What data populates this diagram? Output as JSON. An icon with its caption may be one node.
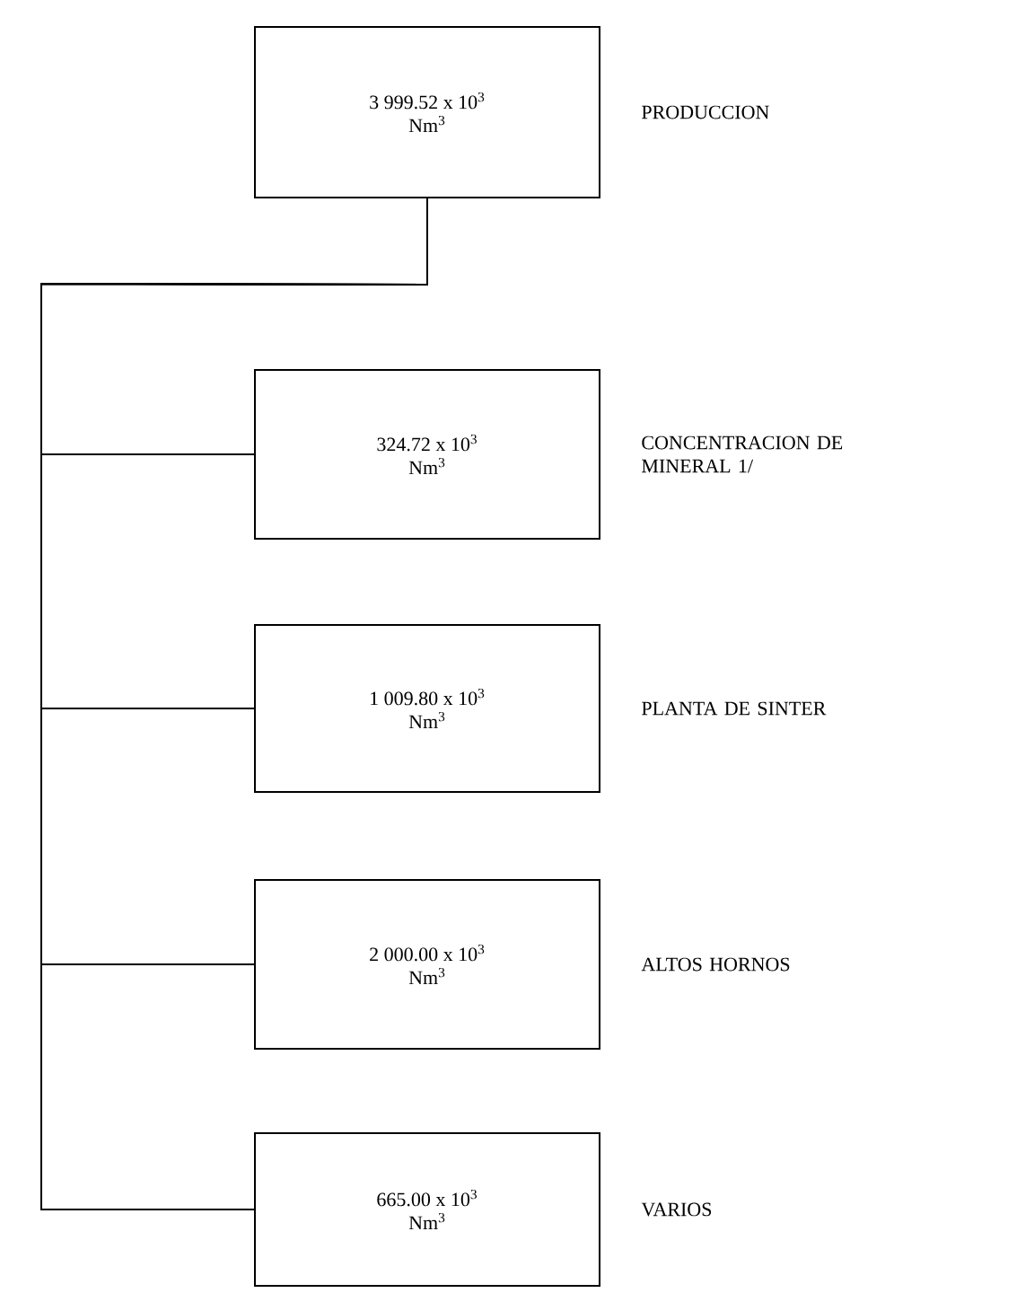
{
  "diagram": {
    "nodes": [
      {
        "text": [
          "3 999.52 x 10$^{3}$",
          "Nm$^{3}$"
        ],
        "beside": [
          "PRODUCCION"
        ]
      },
      {
        "text": [
          "324.72 x 10$^{3}$",
          "Nm$^{3}$"
        ],
        "beside": [
          "CONCENTRACION DE MINERAL 1/"
        ]
      },
      {
        "text": [
          "1 009.80 x 10$^{3}$",
          "Nm$^{3}$"
        ],
        "beside": [
          "PLANTA DE SINTER"
        ]
      },
      {
        "text": [
          "2 000.00 x 10$^{3}$",
          "Nm$^{3}$"
        ],
        "beside": [
          "ALTOS HORNOS"
        ]
      },
      {
        "text": [
          "665.00 x 10$^{3}$",
          "Nm$^{3}$"
        ],
        "beside": [
          "VARIOS"
        ]
      }
    ],
    "edges": [
      {
        "from": 0,
        "to": 1,
        "arrow": "none"
      },
      {
        "from": 0,
        "to": 2,
        "arrow": "none"
      },
      {
        "from": 0,
        "to": 3,
        "arrow": "none"
      },
      {
        "from": 0,
        "to": 4,
        "arrow": "none"
      }
    ]
  }
}
